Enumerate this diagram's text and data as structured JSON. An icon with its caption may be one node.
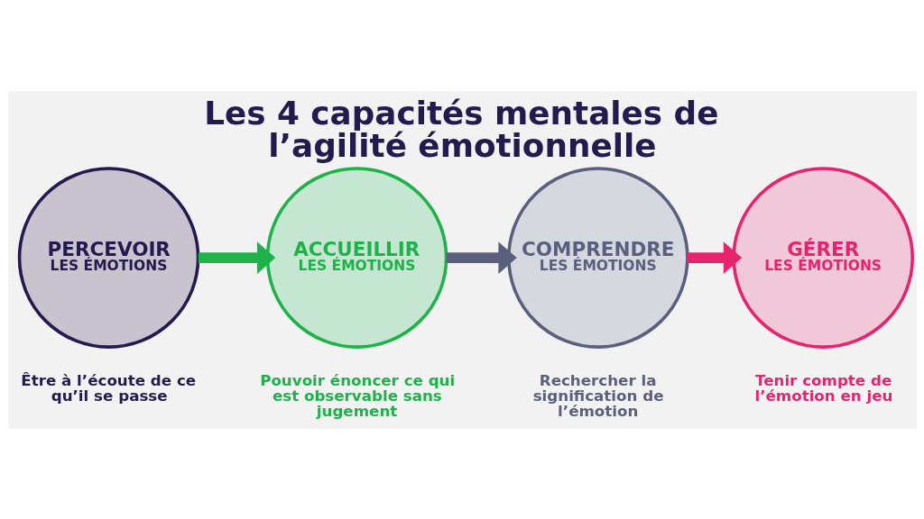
{
  "diagram": {
    "title": "Les 4 capacités mentales de l’agilité émotionnelle",
    "nodes": [
      {
        "text": [
          "PERCEVOIR",
          "LES ÉMOTIONS"
        ],
        "beside": [
          "Être à l’écoute de ce qu’il se passe"
        ]
      },
      {
        "text": [
          "ACCUEILLIR",
          "LES ÉMOTIONS"
        ],
        "beside": [
          "Pouvoir énoncer ce qui est observable sans jugement"
        ]
      },
      {
        "text": [
          "COMPRENDRE",
          "LES ÉMOTIONS"
        ],
        "beside": [
          "Rechercher la signification de l’émotion"
        ]
      },
      {
        "text": [
          "GÉRER",
          "LES ÉMOTIONS"
        ],
        "beside": [
          "Tenir compte de l’émotion en jeu"
        ]
      }
    ],
    "edges": [
      {
        "from": 0,
        "to": 1,
        "arrow": "to",
        "color": "#1fb24a"
      },
      {
        "from": 1,
        "to": 2,
        "arrow": "to",
        "color": "#5b5f7e"
      },
      {
        "from": 2,
        "to": 3,
        "arrow": "to",
        "color": "#e6246e"
      }
    ]
  }
}
